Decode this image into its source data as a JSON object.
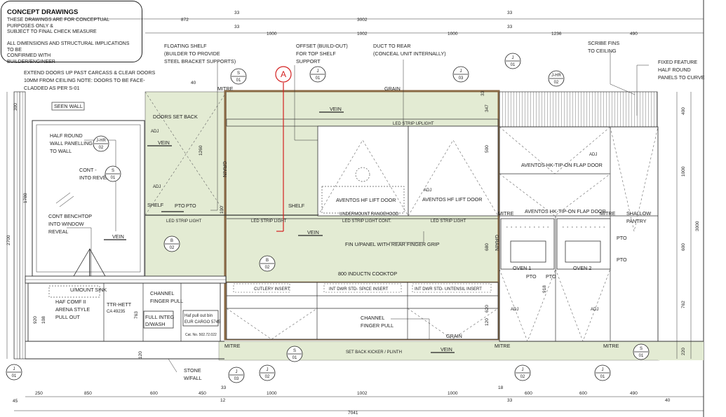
{
  "notes": {
    "title": "CONCEPT DRAWINGS",
    "lines": [
      "THESE DRAWINGS ARE FOR CONCEPTUAL PURPOSES ONLY &",
      "SUBJECT TO FINAL CHECK MEASURE",
      "",
      "ALL DIMENSIONS AND STRUCTURAL IMPLICATIONS TO BE",
      "CONFIRMED WITH",
      "BUILDER/ENGINEER"
    ]
  },
  "colors": {
    "panel": "#e3ebd3",
    "timber": "#8a6a45",
    "red": "#d42020",
    "line": "#2a2a2a"
  },
  "dims_top_1": [
    "872",
    "3002",
    "33"
  ],
  "dims_top_2": [
    "33",
    "1000",
    "1002",
    "1000",
    "1236",
    "490"
  ],
  "dims_bottom_1": [
    "250",
    "850",
    "600",
    "450",
    "33",
    "1000",
    "1002",
    "1000",
    "18",
    "600",
    "600",
    "490"
  ],
  "dims_bottom_2": [
    "45",
    "12",
    "33",
    "40"
  ],
  "dim_total": "7041",
  "dims_left": [
    "300",
    "1780",
    "920",
    "108",
    "2700"
  ],
  "dims_right": [
    "400",
    "1000",
    "600",
    "762",
    "220",
    "3000"
  ],
  "dims_mid": [
    "40",
    "1260",
    "100",
    "347",
    "500",
    "680",
    "763",
    "120",
    "620",
    "33",
    "120",
    "918"
  ],
  "annotations": {
    "extend": [
      "EXTEND DOORS UP PAST CARCASS & CLEAR DOORS",
      "10MM FROM CEILING NOTE: DOORS TO BE FACE-",
      "CLADDED AS PER S-01"
    ],
    "floating": [
      "FLOATING SHELF",
      "(BUILDER TO PROVIDE",
      "STEEL BRACKET SUPPORTS)"
    ],
    "offset": [
      "OFFSET (BUILD-OUT)",
      "FOR TOP SHELF",
      "SUPPORT"
    ],
    "duct": [
      "DUCT TO REAR",
      "(CONCEAL UNIT INTERNALLY)"
    ],
    "scribe": [
      "SCRIBE FINS",
      "TO CEILING"
    ],
    "fixed": [
      "FIXED FEATURE",
      "HALF ROUND",
      "PANELS TO CURVE"
    ],
    "seen_wall": "SEEN WALL",
    "half_round": [
      "HALF ROUND",
      "WALL PANELLING",
      "TO WALL"
    ],
    "cont_reveal": [
      "CONT -",
      "INTO REVEAL"
    ],
    "cont_bench": [
      "CONT BENCHTOP",
      "INTO WINDOW",
      "REVEAL"
    ],
    "doors_back": "DOORS SET BACK",
    "shelf": "SHELF",
    "pto": "PTO",
    "led": "LED STRIP LIGHT",
    "led_cont": "LED STRIP LIGHT CONT.",
    "led_up": "LED STRIP UPLIGHT",
    "aventos_hf": "AVENTOS HF LIFT DOOR",
    "rangehood": "UNDERMOUNT RANGEHOOD",
    "aventos_hk": "AVENTOS HK-TIP-ON FLAP DOOR",
    "fin": "FIN U/PANEL WITH REAR FINGER GRIP",
    "cooktop": "800 INDUCTN COOKTOP",
    "cutlery": "CUTLERY INSERT",
    "spice": "INT DWR STD- SPICE INSERT",
    "utensil": "INT DWR STD- UNTENSIL INSERT",
    "channel_pull": [
      "CHANNEL",
      "FINGER PULL"
    ],
    "shallow": [
      "SHALLOW",
      "PANTRY"
    ],
    "oven1": "OVEN 1",
    "oven2": "OVEN 2",
    "mitre": "MITRE",
    "vein": "VEIN",
    "grain": "GRAIN",
    "adj": "ADJ",
    "umount": "U/MOUNT SINK",
    "haf": [
      "HAF COMF II",
      "ARENA STYLE",
      "PULL OUT"
    ],
    "ttr": [
      "TTR-HETT",
      "CA 49235"
    ],
    "full": [
      "FULL INTEG",
      "D/WASH"
    ],
    "bin": [
      "Haf pull out bin",
      "EUR CARGO 5745"
    ],
    "catno": "Cat. No. 502.72.022",
    "kicker": "SET BACK KICKER / PLINTH",
    "stone": [
      "STONE",
      "W/FALL"
    ]
  },
  "callouts": [
    {
      "a": "S",
      "b": "01"
    },
    {
      "a": "J",
      "b": "01"
    },
    {
      "a": "J",
      "b": "03"
    },
    {
      "a": "J",
      "b": "01"
    },
    {
      "a": "J-HR",
      "b": "02"
    },
    {
      "a": "J-HR",
      "b": "02"
    },
    {
      "a": "S",
      "b": "01"
    },
    {
      "a": "B",
      "b": "02"
    },
    {
      "a": "B",
      "b": "02"
    },
    {
      "a": "J",
      "b": "01"
    },
    {
      "a": "J",
      "b": "03"
    },
    {
      "a": "J",
      "b": "02"
    },
    {
      "a": "S",
      "b": "01"
    },
    {
      "a": "J",
      "b": "02"
    },
    {
      "a": "J",
      "b": "01"
    },
    {
      "a": "S",
      "b": "01"
    }
  ],
  "section_marker": "A"
}
